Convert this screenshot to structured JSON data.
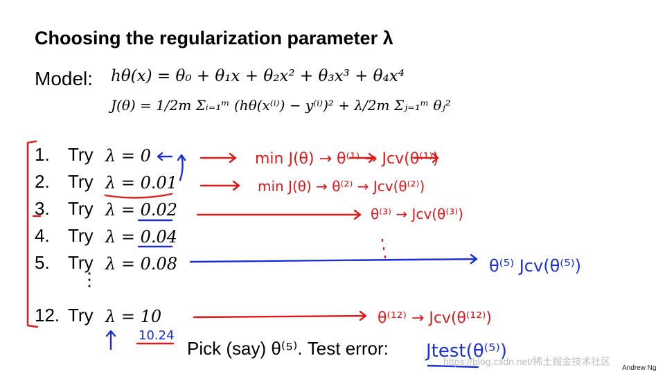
{
  "title": "Choosing the regularization parameter λ",
  "model": {
    "label": "Model:",
    "hypothesis": "hθ(x) = θ₀ + θ₁x + θ₂x² + θ₃x³ + θ₄x⁴",
    "cost": "J(θ) = 1/2m Σᵢ₌₁ᵐ (hθ(x⁽ⁱ⁾) − y⁽ⁱ⁾)² + λ/2m Σⱼ₌₁ᵐ θⱼ²"
  },
  "trials": [
    {
      "num": "1.",
      "try": "Try",
      "lambda": "λ = 0"
    },
    {
      "num": "2.",
      "try": "Try",
      "lambda": "λ = 0.01"
    },
    {
      "num": "3.",
      "try": "Try",
      "lambda": "λ = 0.02"
    },
    {
      "num": "4.",
      "try": "Try",
      "lambda": "λ = 0.04"
    },
    {
      "num": "5.",
      "try": "Try",
      "lambda": "λ = 0.08"
    },
    {
      "num": "12.",
      "try": "Try",
      "lambda": "λ = 10"
    }
  ],
  "vdots": "⋮",
  "pick_text": "Pick (say) θ⁽⁵⁾. Test error:",
  "annotations": {
    "row1_red": "min J(θ) → θ⁽¹⁾ → Jcv(θ⁽¹⁾)",
    "row2_red": "min J(θ) → θ⁽²⁾ → Jcv(θ⁽²⁾)",
    "row3_red": "θ⁽³⁾ → Jcv(θ⁽³⁾)",
    "row5_blue": "θ⁽⁵⁾   Jcv(θ⁽⁵⁾)",
    "row12_red": "θ⁽¹²⁾ → Jcv(θ⁽¹²⁾)",
    "lambda_note": "10.24",
    "test_error": "Jtest(θ⁽⁵⁾)",
    "ink_red": "#e01818",
    "ink_blue": "#1a2fd6"
  },
  "watermark": "https://blog.csdn.net/稀土掘金技术社区",
  "credit": "Andrew Ng"
}
